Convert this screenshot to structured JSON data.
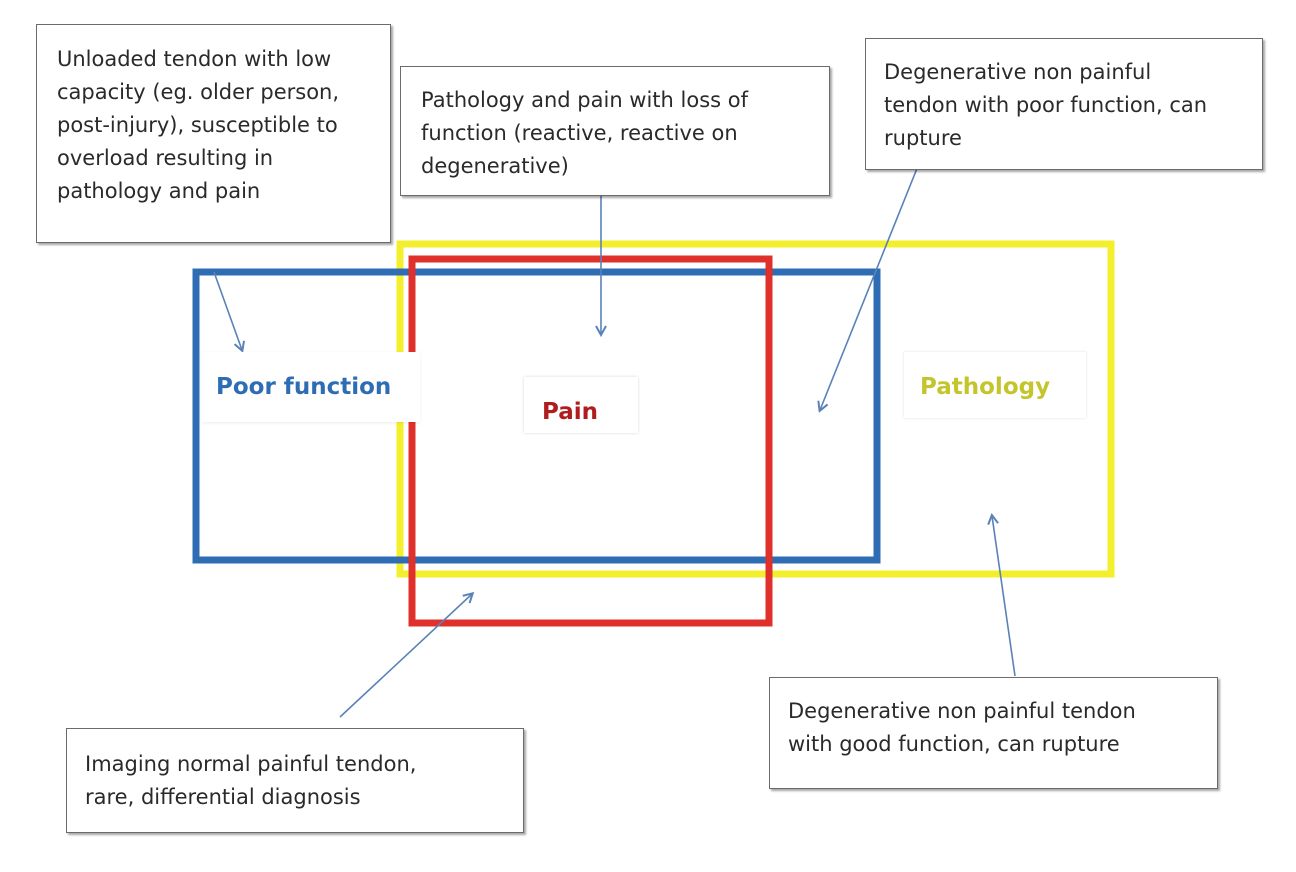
{
  "colors": {
    "poor_function": "#2e6db4",
    "pain": "#e0302c",
    "pathology": "#f4ef2c",
    "arrow": "#5a82b8",
    "callout_border": "#6b6b6b"
  },
  "regions": {
    "poor_function": {
      "label": "Poor function"
    },
    "pain": {
      "label": "Pain"
    },
    "pathology": {
      "label": "Pathology"
    }
  },
  "callouts": {
    "unloaded": {
      "lines": [
        "Unloaded tendon with low",
        "capacity (eg. older person,",
        "post-injury), susceptible to",
        "overload resulting in",
        "pathology and pain"
      ]
    },
    "pathology_pain": {
      "lines": [
        "Pathology and pain with loss of",
        "function (reactive, reactive on",
        "degenerative)"
      ]
    },
    "degen_poor": {
      "lines": [
        "Degenerative non painful",
        "tendon with poor function, can",
        "rupture"
      ]
    },
    "imaging": {
      "lines": [
        "Imaging normal painful tendon,",
        "rare, differential diagnosis"
      ]
    },
    "degen_good": {
      "lines": [
        "Degenerative non painful tendon",
        "with good  function, can rupture"
      ]
    }
  },
  "icons": {
    "arrow": "arrow-icon"
  }
}
